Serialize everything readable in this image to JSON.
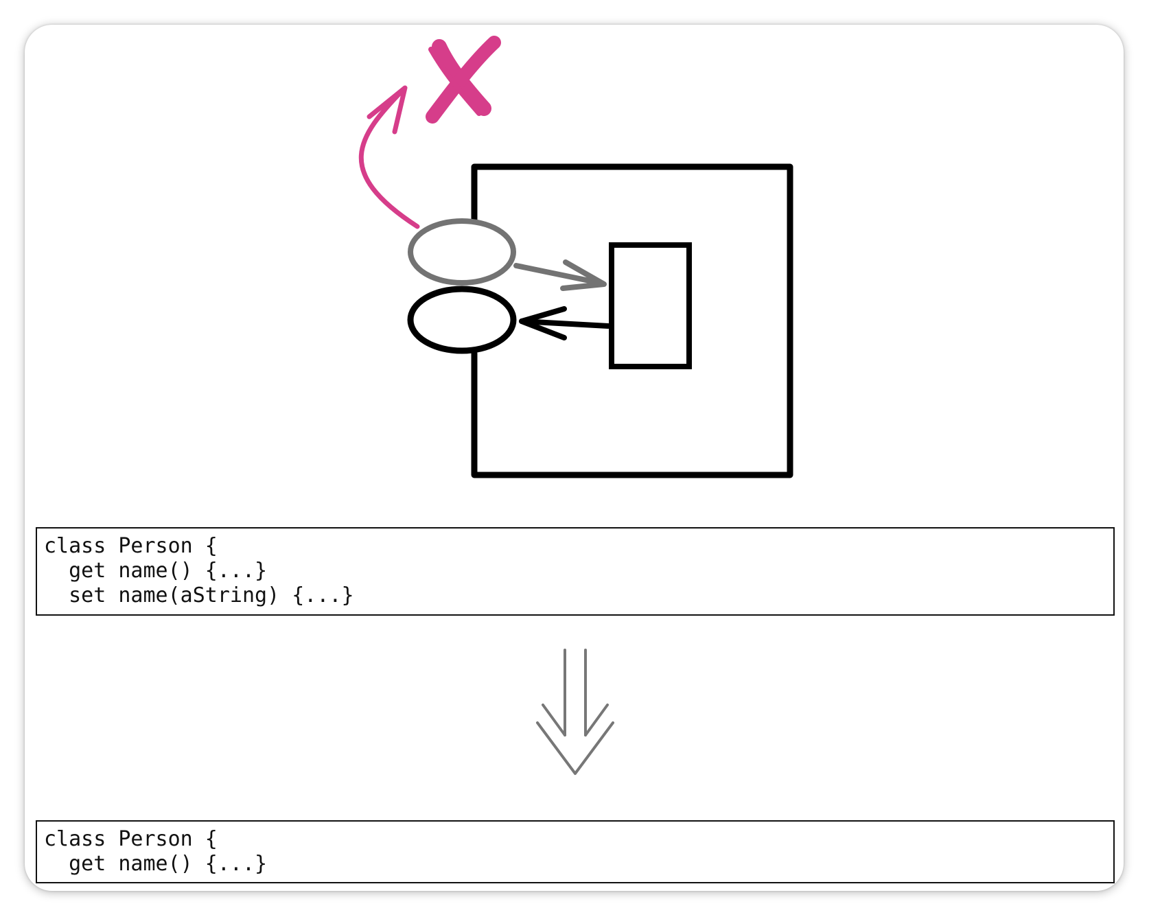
{
  "diagram": {
    "colors": {
      "outline": "#000000",
      "inactive": "#737373",
      "removed": "#d63d8a",
      "transition": "#777777"
    },
    "icons": {
      "removed_mark": "x-mark-icon",
      "transition": "double-down-arrow-icon"
    }
  },
  "code_before": {
    "lines": [
      "class Person {",
      "  get name() {...}",
      "  set name(aString) {...}"
    ]
  },
  "code_after": {
    "lines": [
      "class Person {",
      "  get name() {...}"
    ]
  }
}
